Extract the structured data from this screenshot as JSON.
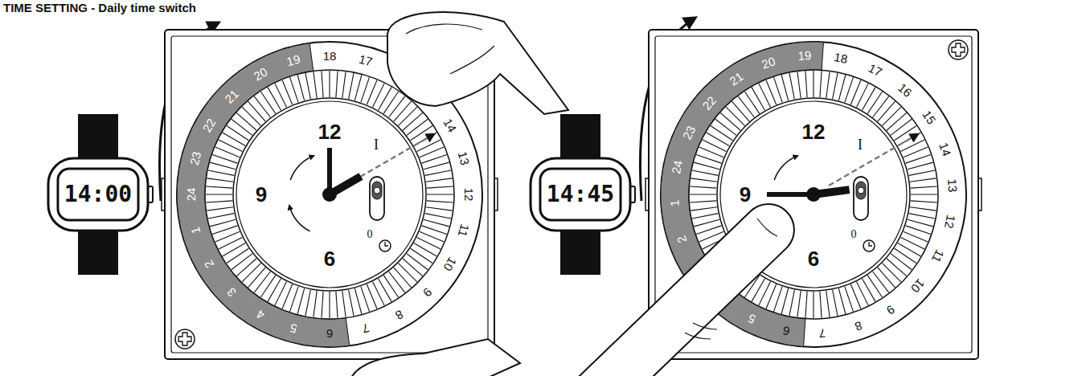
{
  "diagram": {
    "title": "TIME SETTING - Daily time switch",
    "labels": [
      "14:00",
      "1",
      "2",
      "3",
      "4",
      "5",
      "6",
      "7",
      "8",
      "9",
      "10",
      "11",
      "12",
      "13",
      "14",
      "17",
      "18",
      "19",
      "20",
      "21",
      "22",
      "23",
      "24",
      "12",
      "9",
      "6",
      "I",
      "0",
      "14:45",
      "1",
      "2",
      "5",
      "6",
      "7",
      "8",
      "9",
      "10",
      "11",
      "12",
      "13",
      "14",
      "15",
      "16",
      "17",
      "18",
      "19",
      "20",
      "21",
      "22",
      "23",
      "24",
      "12",
      "9",
      "6",
      "I",
      "0"
    ]
  }
}
